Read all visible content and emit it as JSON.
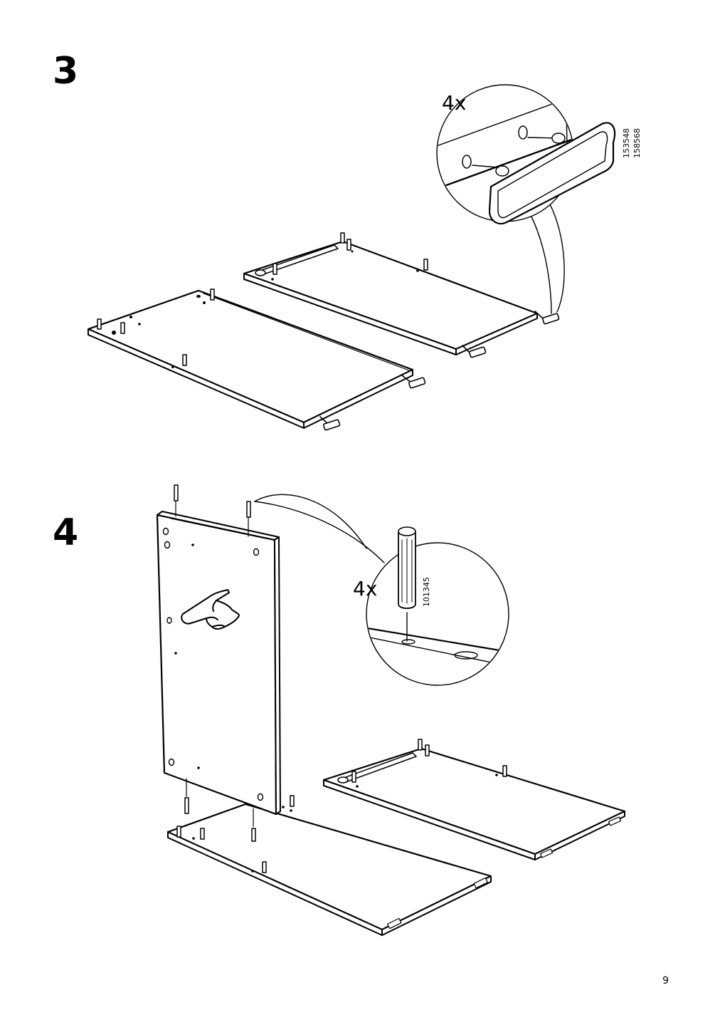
{
  "page": {
    "number": "9"
  },
  "steps": [
    {
      "number": "3",
      "detail": {
        "quantity": "4x",
        "part_numbers": [
          "153548",
          "158568"
        ]
      }
    },
    {
      "number": "4",
      "detail": {
        "quantity": "4x",
        "part_numbers": [
          "101345"
        ]
      }
    }
  ],
  "icons": [
    "pointing-hand-icon",
    "dowel-icon",
    "glide-icon"
  ],
  "colors": {
    "ink": "#000000",
    "paper": "#ffffff"
  }
}
